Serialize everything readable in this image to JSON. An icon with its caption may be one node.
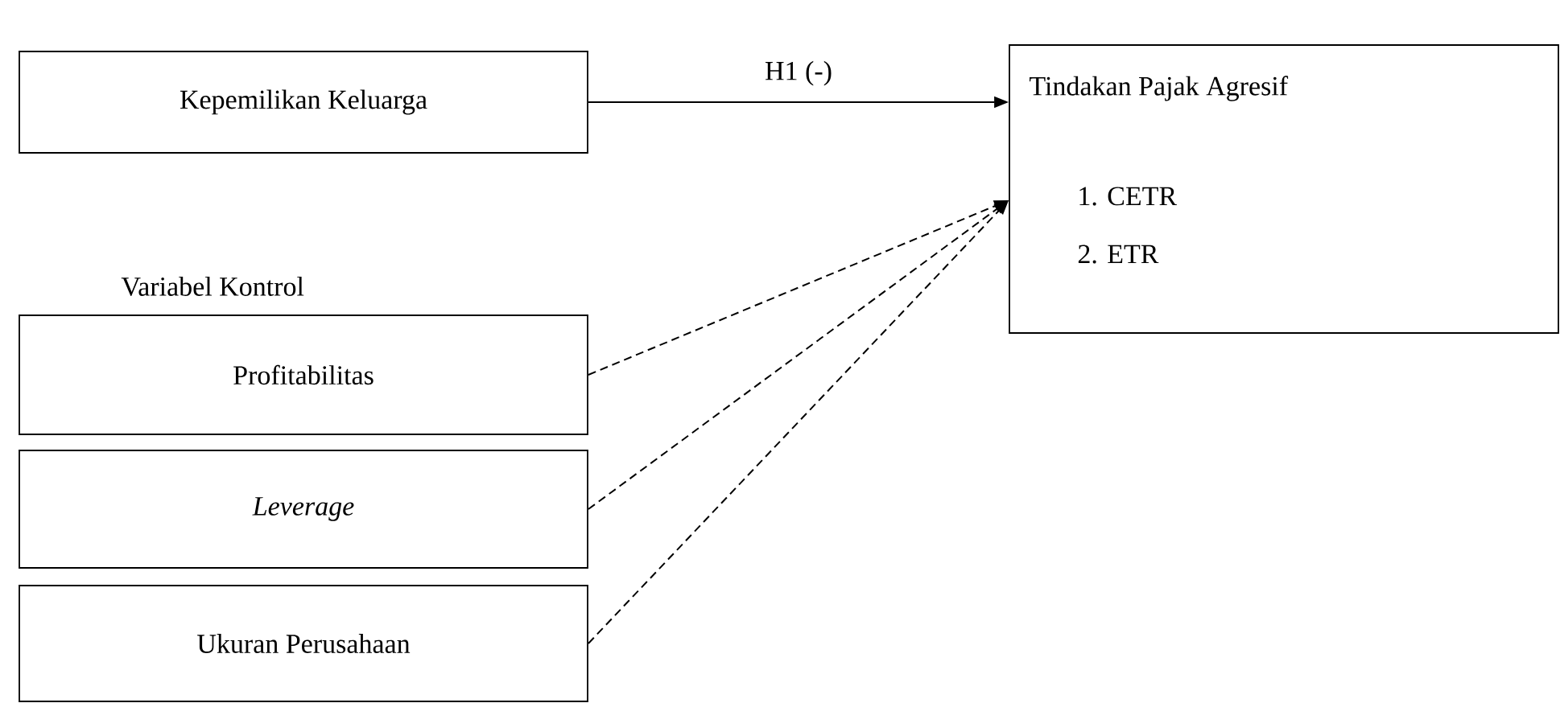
{
  "diagram": {
    "nodes": [
      {
        "text": [
          "Kepemilikan Keluarga"
        ]
      },
      {
        "text": [
          "Tindakan Pajak Agresif",
          "1. CETR",
          "2. ETR"
        ]
      },
      {
        "text": [
          "Profitabilitas"
        ]
      },
      {
        "text": [
          "Leverage"
        ]
      },
      {
        "text": [
          "Ukuran Perusahaan"
        ]
      }
    ],
    "edges": [
      {
        "from": 0,
        "to": 1,
        "arrow": "to",
        "label": "H1 (-)"
      },
      {
        "from": 2,
        "to": 1,
        "arrow": "to",
        "style": "dashed"
      },
      {
        "from": 3,
        "to": 1,
        "arrow": "to",
        "style": "dashed"
      },
      {
        "from": 4,
        "to": 1,
        "arrow": "to",
        "style": "dashed"
      }
    ],
    "labels": [
      "Variabel Kontrol"
    ]
  }
}
